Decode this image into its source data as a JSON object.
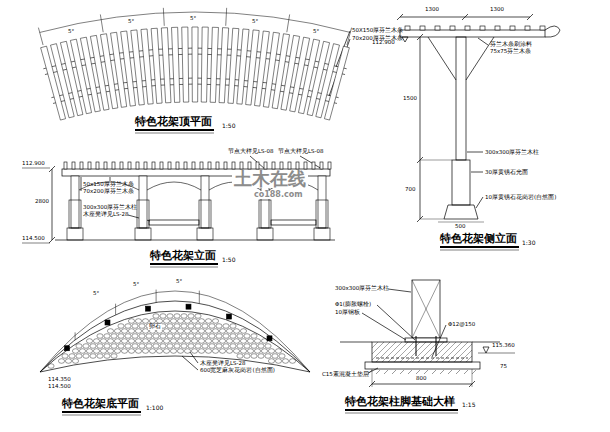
{
  "diagram": {
    "labels": [
      "特色花架顶平面",
      "1:50",
      "50X150厚芬兰木条",
      "70x200厚芬兰木条",
      "5°",
      "5°",
      "5°",
      "5°",
      "5°",
      "特色花架立面",
      "1:50",
      "112.900",
      "114.500",
      "2800",
      "50x150厚芬兰木条",
      "70x200厚芬兰木条",
      "300x300厚芬兰木柱",
      "木座凳详见LS-28",
      "节点大样见LS-08",
      "节点大样见LS-08",
      "特色花架侧立面",
      "1:30",
      "112.900",
      "1300",
      "1300",
      "芬兰木条刷涂料",
      "75x75芬兰木条",
      "1500",
      "700",
      "500",
      "300x300厚芬兰木柱",
      "30厚黄锈石光面",
      "10厚黄锈石花岗岩(自然面)",
      "特色花架底平面",
      "1:100",
      "5°",
      "5°",
      "5°",
      "卵石",
      "木座凳详见LS-28",
      "600宽芝麻灰花岗岩(自然面)",
      "114.350",
      "114.500",
      "特色花架柱脚基础大样",
      "1:15",
      "300x300厚芬兰木柱",
      "Φ1(膨胀螺栓)",
      "10厚钢板",
      "Φ12@150",
      "C15素混凝土垫层",
      "800",
      "115.360",
      "75",
      "土木在线",
      "co188.com"
    ]
  }
}
